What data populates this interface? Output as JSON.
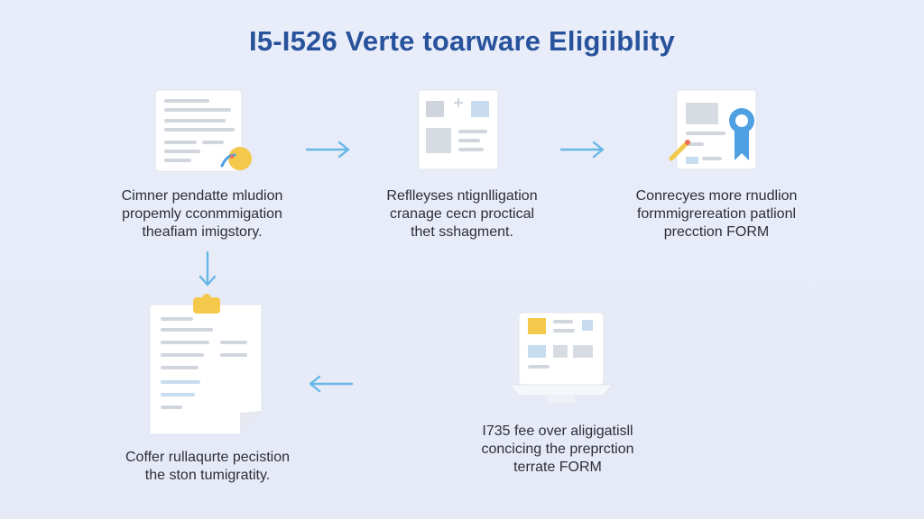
{
  "title": "I5-I526 Verte toarware Eligiiblity",
  "steps": [
    {
      "icon": "document-with-badge-icon",
      "lines": [
        "Cimner pendatte mludion",
        "propemly cconmmigation",
        "theafiam imigstory."
      ]
    },
    {
      "icon": "form-layout-icon",
      "lines": [
        "Reflleyses ntignlligation",
        "cranage cecn proctical",
        "thet sshagment."
      ]
    },
    {
      "icon": "award-certificate-icon",
      "lines": [
        "Conrecyes more rnudlion",
        "formmigrereation patlionl",
        "precction FORM"
      ]
    },
    {
      "icon": "monitor-form-icon",
      "lines": [
        "I735 fee over aligigatisll",
        "concicing the preprction",
        "terrate FORM"
      ]
    },
    {
      "icon": "clipboard-document-icon",
      "lines": [
        "Coffer rullaqurte pecistion",
        "the ston tumigratity."
      ]
    }
  ],
  "colors": {
    "background": "#e8ecf8",
    "title": "#28539c",
    "arrow": "#67b7e6",
    "caption": "#2d2f36",
    "paper": "#ffffff",
    "gray_block": "#d3d8e1",
    "blue_accent": "#4f9fe3",
    "yellow_accent": "#f4c84b"
  }
}
